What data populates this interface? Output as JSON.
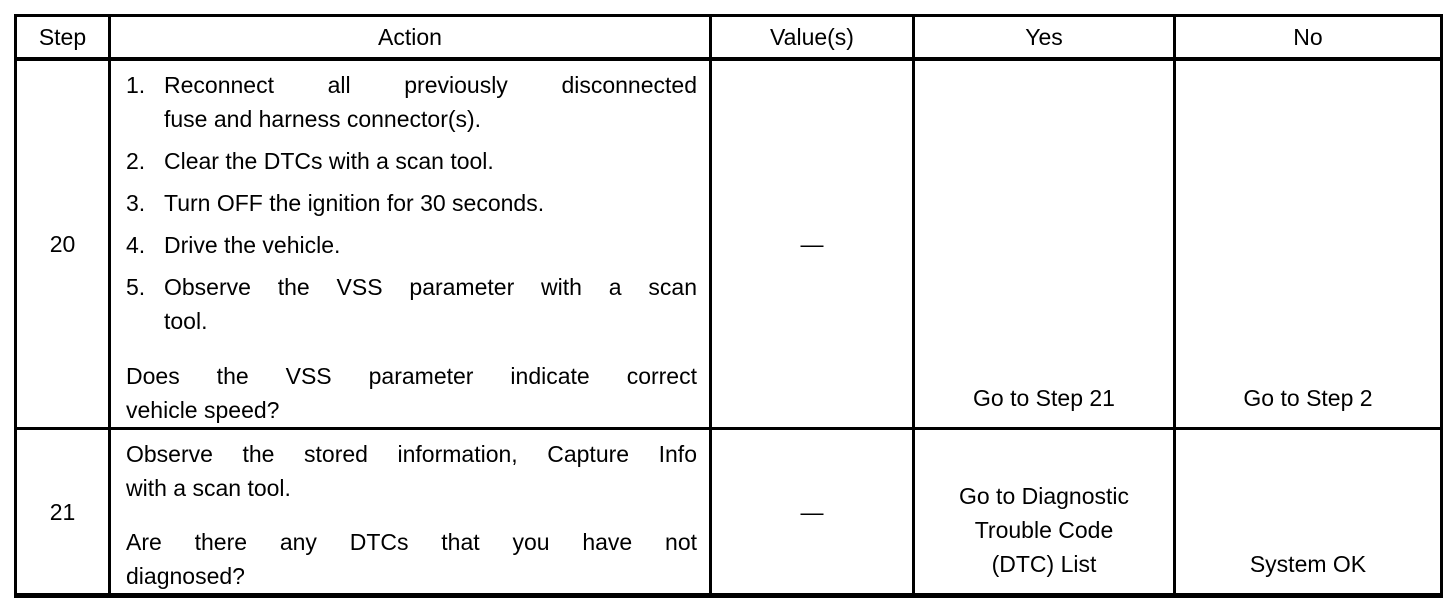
{
  "colors": {
    "background": "#ffffff",
    "text": "#000000",
    "border": "#000000"
  },
  "table": {
    "headers": [
      "Step",
      "Action",
      "Value(s)",
      "Yes",
      "No"
    ],
    "rows": [
      {
        "step": "20",
        "actions": [
          {
            "num": "1.",
            "lines": [
              "Reconnect all previously disconnected",
              "fuse and harness connector(s)."
            ]
          },
          {
            "num": "2.",
            "lines": [
              "Clear the DTCs with a scan tool."
            ]
          },
          {
            "num": "3.",
            "lines": [
              "Turn OFF the ignition for 30 seconds."
            ]
          },
          {
            "num": "4.",
            "lines": [
              "Drive the vehicle."
            ]
          },
          {
            "num": "5.",
            "lines": [
              "Observe the VSS parameter with a scan",
              "tool."
            ]
          }
        ],
        "question": {
          "lines": [
            "Does the VSS parameter indicate correct",
            "vehicle speed?"
          ]
        },
        "value": "—",
        "yes": "Go to Step 21",
        "no": "Go to Step 2"
      },
      {
        "step": "21",
        "paragraphs": [
          {
            "lines": [
              "Observe the stored information, Capture Info",
              "with a scan tool."
            ]
          },
          {
            "lines": [
              "Are there any DTCs that you have not",
              "diagnosed?"
            ]
          }
        ],
        "value": "—",
        "yes_lines": [
          "Go to Diagnostic",
          "Trouble Code",
          "(DTC) List"
        ],
        "no": "System OK"
      }
    ]
  }
}
